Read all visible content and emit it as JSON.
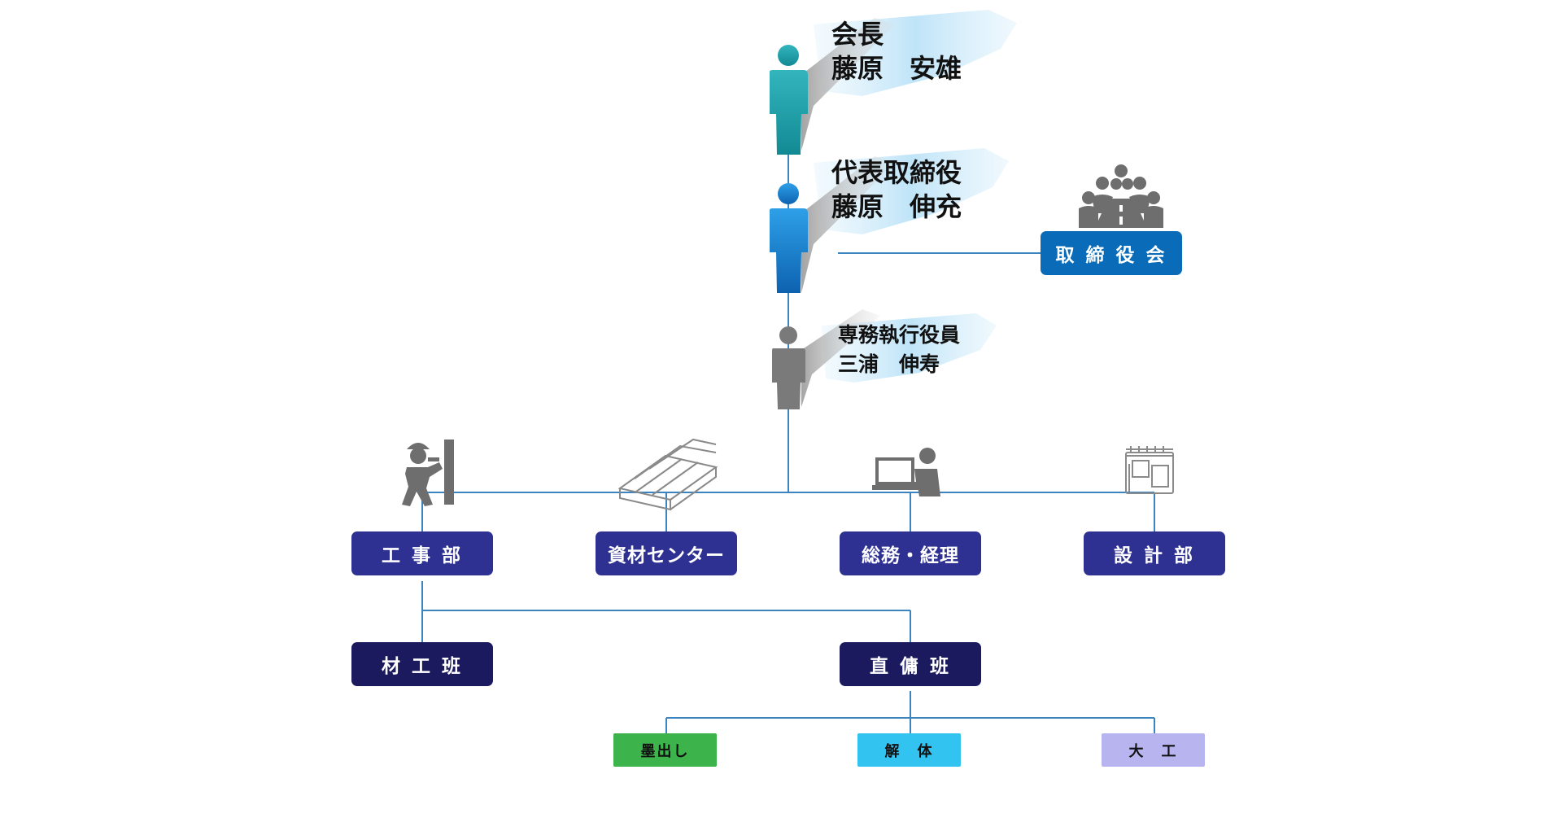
{
  "executives": [
    {
      "role": "会長",
      "name": "藤原　安雄"
    },
    {
      "role": "代表取締役",
      "name": "藤原　伸充"
    },
    {
      "role": "専務執行役員",
      "name": "三浦　伸寿"
    }
  ],
  "board": {
    "label": "取 締 役 会"
  },
  "departments": [
    {
      "label": "工 事 部"
    },
    {
      "label": "資材センター"
    },
    {
      "label": "総務・経理"
    },
    {
      "label": "設 計 部"
    }
  ],
  "teams": [
    {
      "label": "材 工 班"
    },
    {
      "label": "直 傭 班"
    }
  ],
  "units": [
    {
      "label": "墨出し"
    },
    {
      "label": "解　体"
    },
    {
      "label": "大　工"
    }
  ],
  "colors": {
    "line": "#3c84c0",
    "person_teal": "#1e9aa5",
    "person_blue": "#1a7fd0",
    "person_gray": "#7a7a7a",
    "board_box": "#0a6cb8",
    "department_box": "#2e3192",
    "team_box": "#1c1a5e",
    "unit_green": "#3cb44b",
    "unit_cyan": "#33c3f0",
    "unit_lavender": "#b8b4f0"
  },
  "icons": [
    "person-icon",
    "meeting-icon",
    "construction-worker-icon",
    "lumber-stack-icon",
    "computer-worker-icon",
    "blueprint-icon"
  ]
}
